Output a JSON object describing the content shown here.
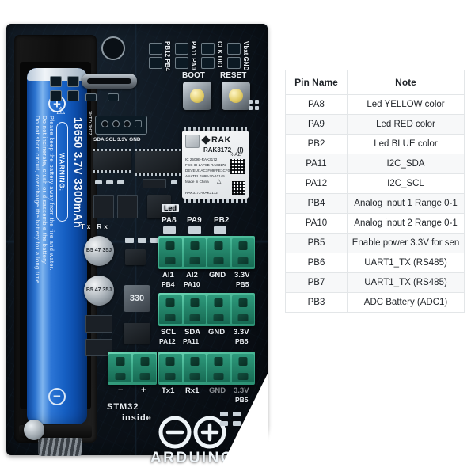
{
  "table": {
    "headers": [
      "Pin Name",
      "Note"
    ],
    "rows": [
      {
        "pin": "PA8",
        "note": "Led YELLOW color"
      },
      {
        "pin": "PA9",
        "note": "Led RED color"
      },
      {
        "pin": "PB2",
        "note": "Led BLUE color"
      },
      {
        "pin": "PA11",
        "note": "I2C_SDA"
      },
      {
        "pin": "PA12",
        "note": "I2C_SCL"
      },
      {
        "pin": "PB4",
        "note": "Analog input 1 Range 0-1"
      },
      {
        "pin": "PA10",
        "note": "Analog input 2 Range 0-1"
      },
      {
        "pin": "PB5",
        "note": "Enable power 3.3V for sen"
      },
      {
        "pin": "PB6",
        "note": "UART1_TX (RS485)"
      },
      {
        "pin": "PB7",
        "note": "UART1_TX (RS485)"
      },
      {
        "pin": "PB3",
        "note": "ADC Battery (ADC1)"
      }
    ]
  },
  "board": {
    "battery": {
      "model": "18650 3.7V 3300mAh",
      "warning_label": "WARNING:",
      "warning_lines": [
        "Please keep the battery away from the fire and water.",
        "Do not incinerate, crush or disassemble the battery.",
        "Do not short circuit, overcharge the battery for a long time."
      ],
      "plus": "+",
      "minus": "−"
    },
    "top_headers": [
      "PB12 PB4",
      "PA11 PA0",
      "CLK DIO",
      "Vbat GND"
    ],
    "buttons": [
      "BOOT",
      "RESET"
    ],
    "i2c_header": "SDA SCL 3.3V GND",
    "uart_silk": "Tx  Rx",
    "led_label": "Led",
    "led_pins": [
      "PA8",
      "PA9",
      "PB2"
    ],
    "terminal_block_1": {
      "top": [
        "AI1",
        "AI2",
        "GND",
        "3.3V"
      ],
      "bottom": [
        "PB4",
        "PA10",
        "",
        "PB5"
      ]
    },
    "terminal_block_2": {
      "top": [
        "SCL",
        "SDA",
        "GND",
        "3.3V"
      ],
      "bottom": [
        "PA12",
        "PA11",
        "",
        "PB5"
      ]
    },
    "terminal_block_3": {
      "top": [
        "Tx1",
        "Rx1",
        "GND",
        "3.3V"
      ],
      "bottom": [
        "",
        "",
        "",
        "PB5"
      ]
    },
    "power_block": [
      "−",
      "+"
    ],
    "mcu_text": "STM32",
    "mcu_text2": "inside",
    "logo": "ARDUINO",
    "module": {
      "brand": "RAK",
      "model": "RAK3172",
      "variant": "(I)",
      "revision": "R-AZ",
      "ic": "IC 2509B-RAK3172",
      "fcc": "FCC ID 2AF8B-RAK3172",
      "deveui": "DEVEUI: AC1F09FFE1CF012",
      "anatel": "ANATEL 1098-20-10145",
      "origin": "Made in China",
      "footer": "RAK3172-RAK3172"
    },
    "components": {
      "cap1": "B5 47 35J",
      "cap2": "B5 47 35J",
      "inductor": "330"
    }
  }
}
